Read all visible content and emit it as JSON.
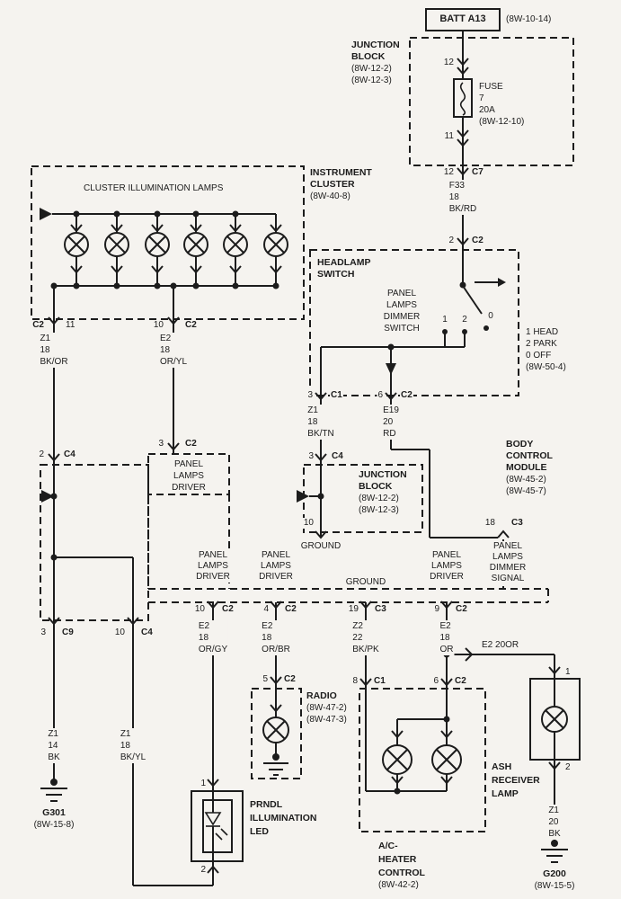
{
  "colors": {
    "ink": "#1c1c1c",
    "paper": "#f5f3ef"
  },
  "diagram": {
    "battery": {
      "label": "BATT A13",
      "ref": "(8W-10-14)"
    },
    "junction_block_top": {
      "title": [
        "JUNCTION",
        "BLOCK"
      ],
      "refs": [
        "(8W-12-2)",
        "(8W-12-3)"
      ],
      "pin_in": "12",
      "pin_out": "11",
      "fuse": [
        "FUSE",
        "7",
        "20A",
        "(8W-12-10)"
      ],
      "out_conn": {
        "pin": "12",
        "name": "C7"
      }
    },
    "wire_f33": [
      "F33",
      "18",
      "BK/RD"
    ],
    "conn_2c2": {
      "pin": "2",
      "name": "C2"
    },
    "headlamp_switch": {
      "title": [
        "HEADLAMP",
        "SWITCH"
      ],
      "dimmer": [
        "PANEL",
        "LAMPS",
        "DIMMER",
        "SWITCH"
      ],
      "positions": {
        "p1": "1",
        "p2": "2",
        "p0": "0"
      },
      "legend": [
        "1 HEAD",
        "2 PARK",
        "0 OFF",
        "(8W-50-4)"
      ],
      "out1": {
        "pin": "3",
        "name": "C1"
      },
      "out2": {
        "pin": "6",
        "name": "C2"
      }
    },
    "wire_z1_bktn": [
      "Z1",
      "18",
      "BK/TN"
    ],
    "wire_e19": [
      "E19",
      "20",
      "RD"
    ],
    "instrument_cluster": {
      "title": [
        "INSTRUMENT",
        "CLUSTER"
      ],
      "ref": "(8W-40-8)",
      "lamps_label": "CLUSTER ILLUMINATION LAMPS",
      "pin_left": {
        "name": "C2",
        "pin": "11"
      },
      "pin_right": {
        "pin": "10",
        "name": "C2"
      }
    },
    "wire_z1_bkor": [
      "Z1",
      "18",
      "BK/OR"
    ],
    "wire_e2_oryl": [
      "E2",
      "18",
      "OR/YL"
    ],
    "conn_2c4": {
      "pin": "2",
      "name": "C4"
    },
    "conn_3c2": {
      "pin": "3",
      "name": "C2"
    },
    "splice_box": {
      "out1": {
        "pin": "3",
        "name": "C9"
      },
      "out2": {
        "pin": "10",
        "name": "C4"
      }
    },
    "junction_block_2": {
      "title": [
        "JUNCTION",
        "BLOCK"
      ],
      "refs": [
        "(8W-12-2)",
        "(8W-12-3)"
      ],
      "in_conn": {
        "pin": "3",
        "name": "C4"
      },
      "pin_out": "10",
      "ground": "GROUND"
    },
    "bcm": {
      "title": [
        "BODY",
        "CONTROL",
        "MODULE"
      ],
      "refs": [
        "(8W-45-2)",
        "(8W-45-7)"
      ],
      "in_conn": {
        "pin": "18",
        "name": "C3"
      },
      "signal": [
        "PANEL",
        "LAMPS",
        "DIMMER",
        "SIGNAL"
      ],
      "driver": [
        "PANEL",
        "LAMPS",
        "DRIVER"
      ],
      "ground": "GROUND",
      "pins": [
        {
          "pin": "10",
          "name": "C2"
        },
        {
          "pin": "4",
          "name": "C2"
        },
        {
          "pin": "19",
          "name": "C3"
        },
        {
          "pin": "9",
          "name": "C2"
        }
      ]
    },
    "wire_e2_orgy": [
      "E2",
      "18",
      "OR/GY"
    ],
    "wire_e2_orbr": [
      "E2",
      "18",
      "OR/BR"
    ],
    "wire_z2_bkpk": [
      "Z2",
      "22",
      "BK/PK"
    ],
    "wire_e2_or": [
      "E2",
      "18",
      "OR"
    ],
    "wire_e2_20or": "E2  20OR",
    "radio": {
      "name": "RADIO",
      "refs": [
        "(8W-47-2)",
        "(8W-47-3)"
      ],
      "conn": {
        "pin": "5",
        "name": "C2"
      }
    },
    "prndl": {
      "title": [
        "PRNDL",
        "ILLUMINATION",
        "LED"
      ],
      "pin_top": "1",
      "pin_bottom": "2"
    },
    "ac_heater": {
      "title": [
        "A/C-",
        "HEATER",
        "CONTROL"
      ],
      "ref": "(8W-42-2)",
      "conn1": {
        "pin": "8",
        "name": "C1"
      },
      "conn2": {
        "pin": "6",
        "name": "C2"
      }
    },
    "ash_lamp": {
      "title": [
        "ASH",
        "RECEIVER",
        "LAMP"
      ],
      "pin_top": "1",
      "pin_bottom": "2"
    },
    "wire_z1_14bk": [
      "Z1",
      "14",
      "BK"
    ],
    "wire_z1_bkyl": [
      "Z1",
      "18",
      "BK/YL"
    ],
    "wire_z1_20bk": [
      "Z1",
      "20",
      "BK"
    ],
    "ground_g301": {
      "name": "G301",
      "ref": "(8W-15-8)"
    },
    "ground_g200": {
      "name": "G200",
      "ref": "(8W-15-5)"
    }
  }
}
